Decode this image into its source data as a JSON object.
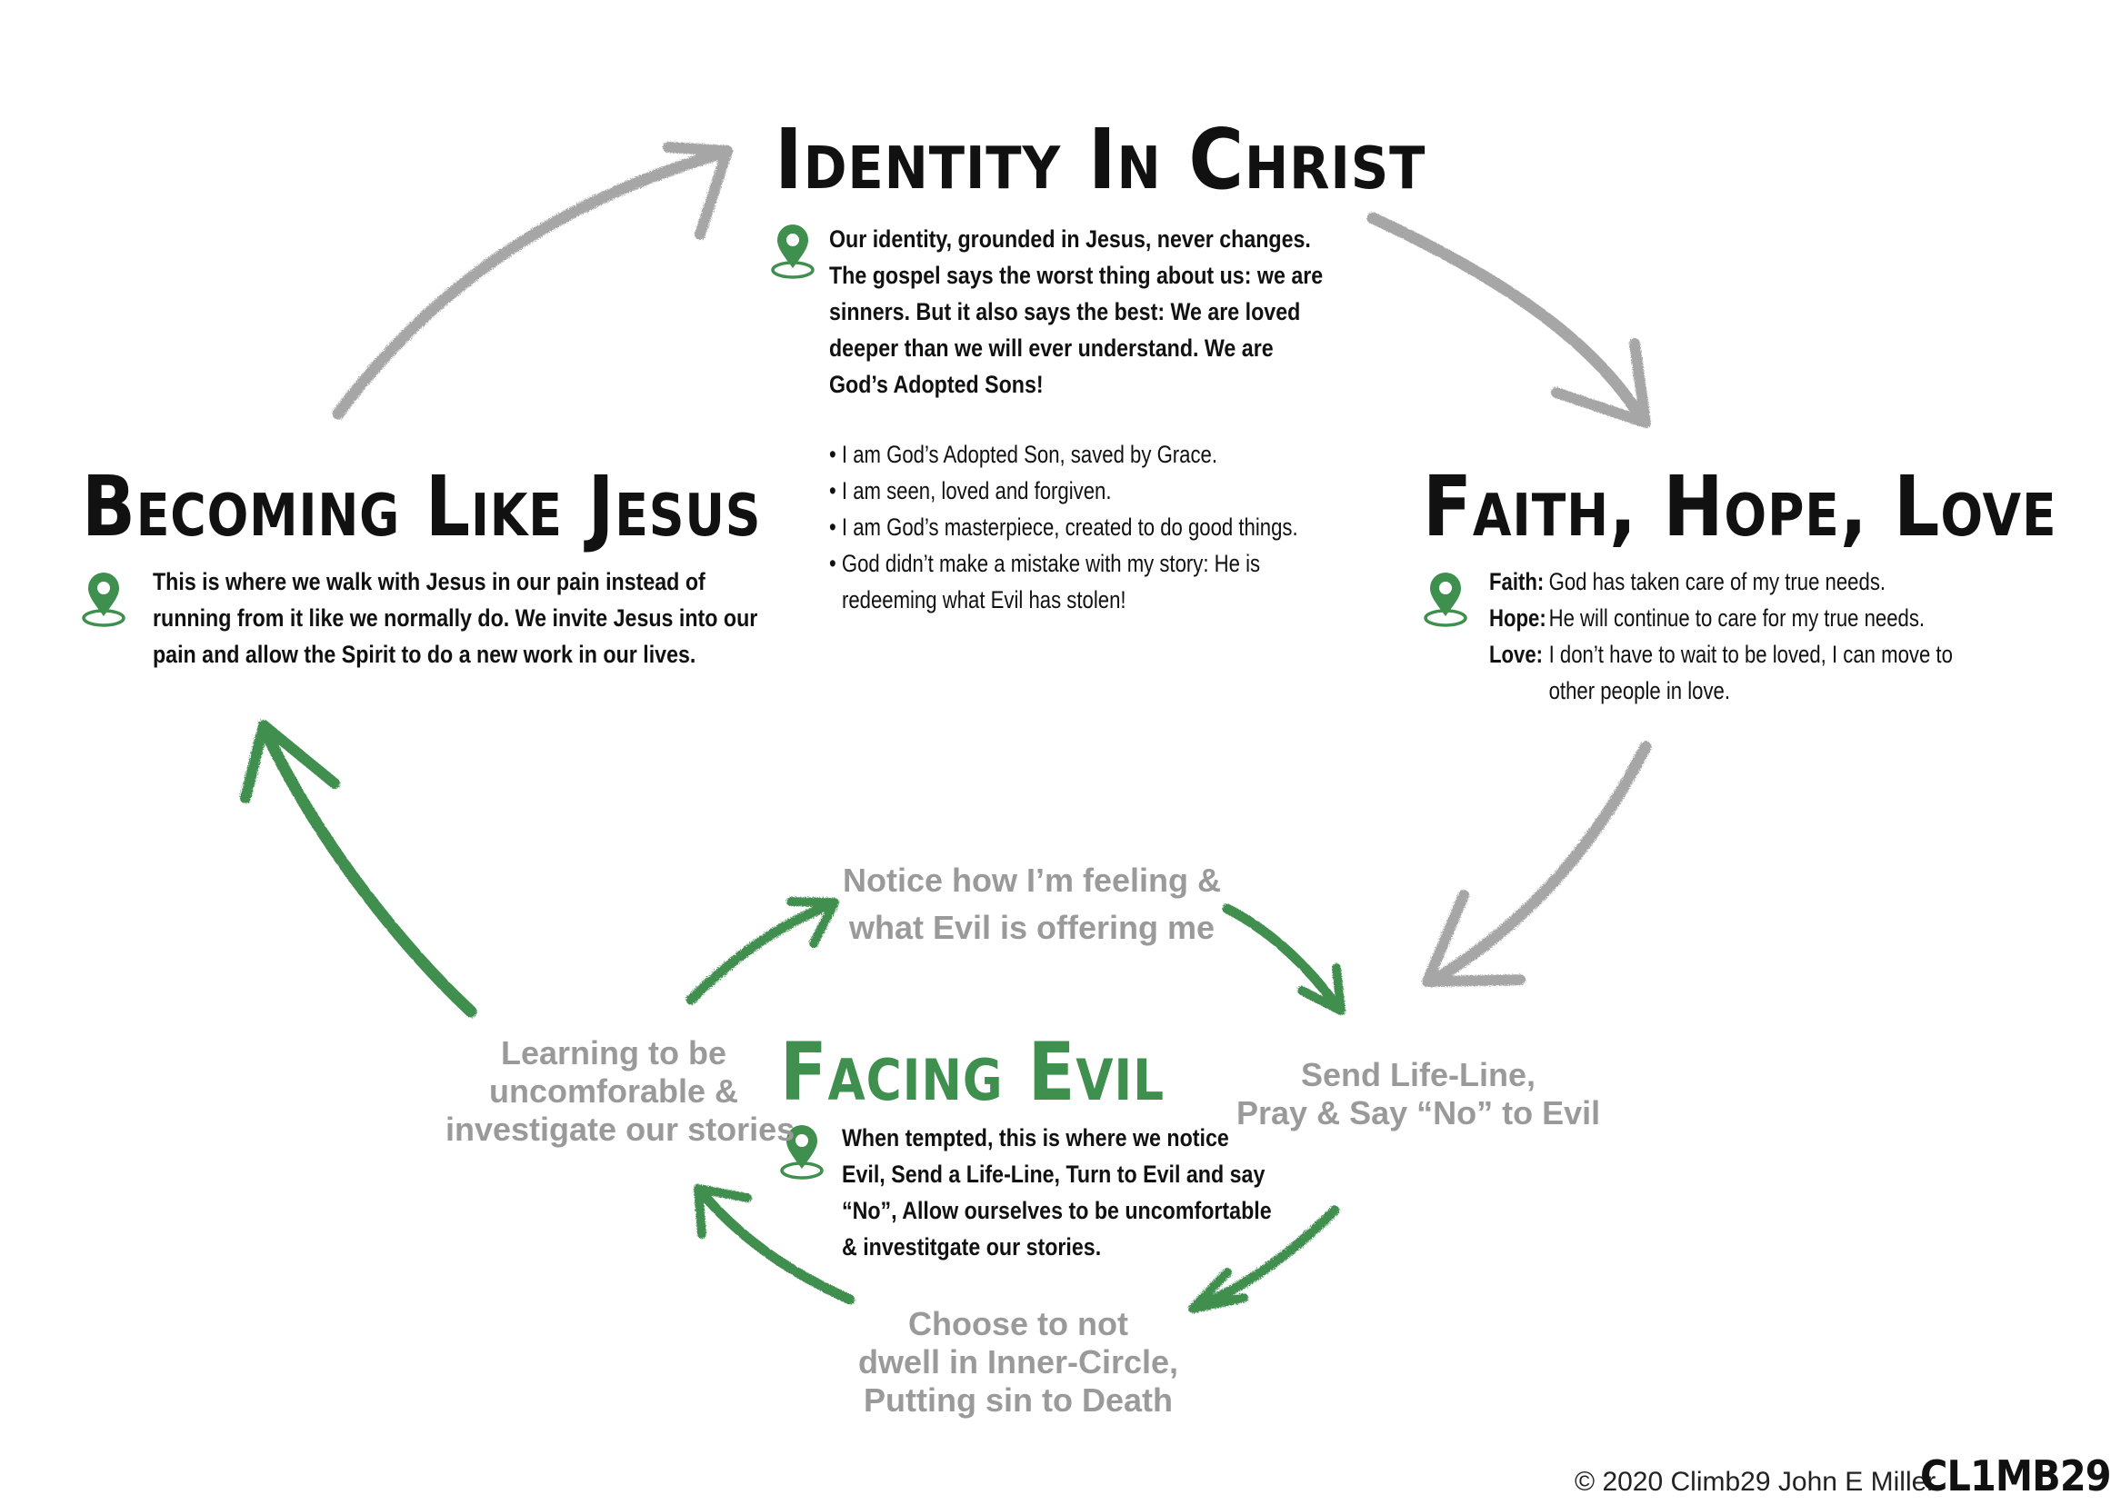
{
  "identity": {
    "title": "Identity In Christ",
    "lines": [
      "Our identity, grounded in Jesus, never changes.",
      "The gospel says the worst thing about us: we are",
      "sinners. But it also says the best: We are loved",
      "deeper than we will ever understand. We are",
      "God’s Adopted Sons!"
    ],
    "bullets": [
      "• I am God’s Adopted Son, saved by Grace.",
      "• I am seen, loved and forgiven.",
      "• I am God’s masterpiece, created to do good things.",
      "• God didn’t make a mistake with my story: He is",
      "redeeming what Evil has stolen!"
    ]
  },
  "becoming": {
    "title": "Becoming Like Jesus",
    "lines": [
      "This is where we walk with Jesus in our pain instead of",
      "running from it like we normally do. We invite Jesus into our",
      "pain and allow the Spirit to do a new work in our lives."
    ]
  },
  "fhl": {
    "title": "Faith, Hope, Love",
    "faith_label": "Faith:",
    "faith_text": "God has taken care of my true needs.",
    "hope_label": "Hope:",
    "hope_text": "He will continue to care for my true needs.",
    "love_label": "Love:",
    "love_text_1": "I don’t have to wait to be loved, I can move to",
    "love_text_2": "other people in love."
  },
  "facing": {
    "title": "Facing Evil",
    "lines": [
      "When tempted, this is where we notice",
      "Evil, Send a Life-Line, Turn to Evil and say",
      "“No”, Allow ourselves to be uncomfortable",
      "& investitgate our stories."
    ]
  },
  "cycle": {
    "notice": [
      "Notice how I’m feeling &",
      "what Evil is offering me"
    ],
    "send": [
      "Send Life-Line,",
      "Pray & Say “No” to Evil"
    ],
    "choose": [
      "Choose to not",
      "dwell in Inner-Circle,",
      "Putting sin to Death"
    ],
    "learning": [
      "Learning to be",
      "uncomforable &",
      "investigate our stories"
    ]
  },
  "footer": {
    "copyright": "© 2020 Climb29 John E Miller",
    "logo": "CL1MB29"
  },
  "colors": {
    "green": "#3f8f4f",
    "gray_arrow": "#a6a6a6",
    "gray_text": "#9a9a9a",
    "black": "#111111"
  },
  "icons": {
    "pin": "location-pin-icon"
  }
}
